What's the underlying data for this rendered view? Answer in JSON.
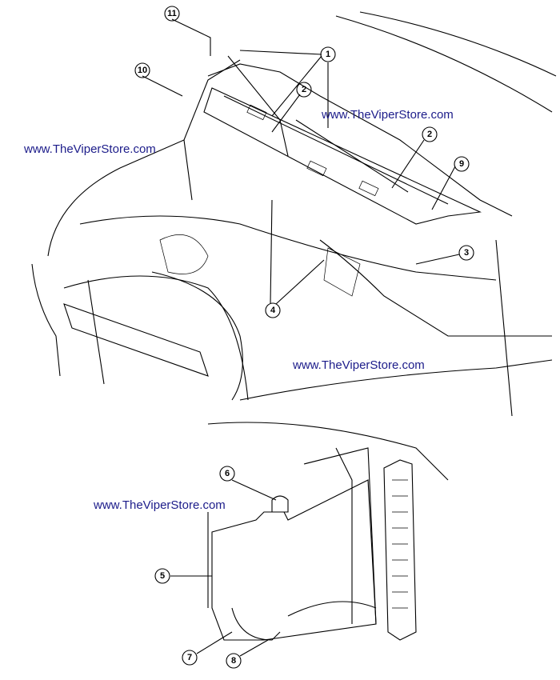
{
  "watermarks": [
    "www.TheViperStore.com",
    "www.TheViperStore.com",
    "www.TheViperStore.com",
    "www.TheViperStore.com"
  ],
  "callouts": [
    "11",
    "10",
    "1",
    "2",
    "2",
    "9",
    "3",
    "4",
    "6",
    "5",
    "7",
    "8"
  ],
  "colors": {
    "watermark": "#1c1c8a",
    "line": "#000000"
  }
}
